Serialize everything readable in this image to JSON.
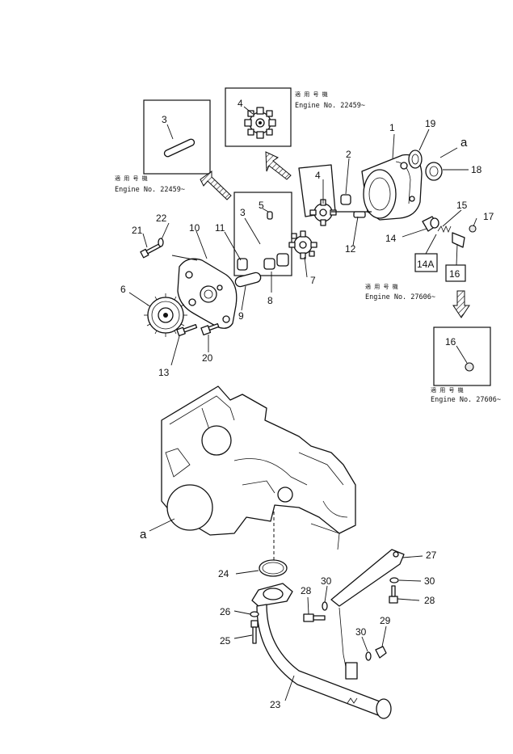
{
  "diagram": {
    "callouts": {
      "p1": "1",
      "p2": "2",
      "p3a": "3",
      "p3b": "3",
      "p4a": "4",
      "p4b": "4",
      "p5": "5",
      "p6": "6",
      "p7": "7",
      "p8": "8",
      "p9": "9",
      "p10": "10",
      "p11": "11",
      "p12": "12",
      "p13": "13",
      "p14": "14",
      "p14a": "14A",
      "p15": "15",
      "p16a": "16",
      "p16b": "16",
      "p17": "17",
      "p18": "18",
      "p19": "19",
      "p20": "20",
      "p21": "21",
      "p22": "22",
      "p23": "23",
      "p24": "24",
      "p25": "25",
      "p26": "26",
      "p27": "27",
      "p28a": "28",
      "p28b": "28",
      "p29": "29",
      "p30a": "30",
      "p30b": "30",
      "p30c": "30",
      "a1": "a",
      "a2": "a"
    },
    "notes": {
      "n1_jp": "適 用 号 機",
      "n1_en": "Engine No. 22459~",
      "n2_jp": "適 用 号 機",
      "n2_en": "Engine No. 22459~",
      "n3_jp": "適 用 号 機",
      "n3_en": "Engine No. 27606~",
      "n4_jp": "適 用 号 機",
      "n4_en": "Engine No. 27606~"
    }
  }
}
